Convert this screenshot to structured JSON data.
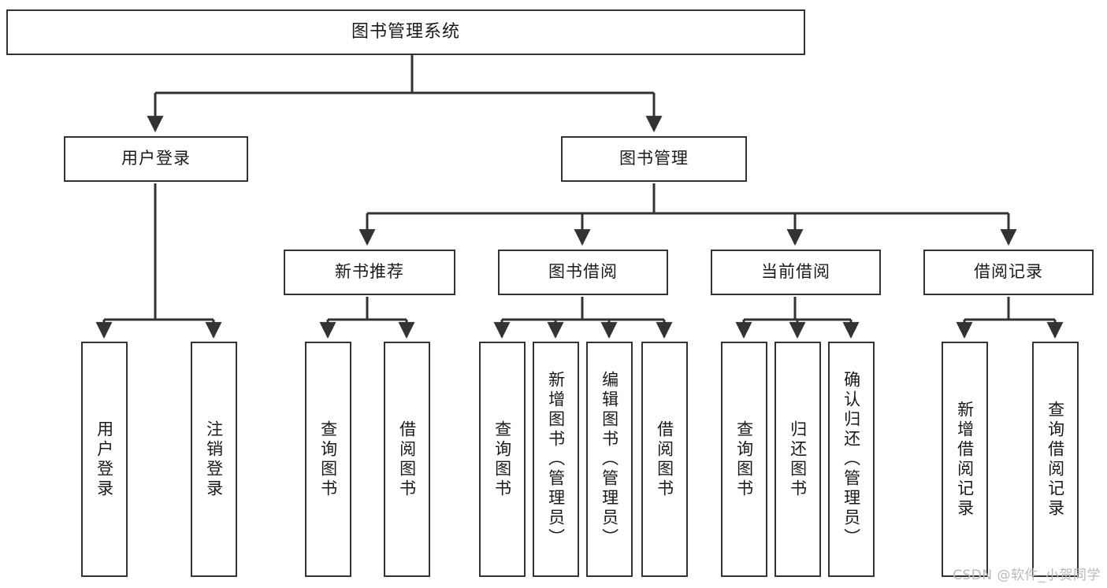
{
  "diagram": {
    "type": "function-hierarchy-tree",
    "title": "图书管理系统",
    "watermark": "CSDN @软件_小贺同学",
    "colors": {
      "stroke": "#333333",
      "box_fill": "#ffffff",
      "text": "#1a1a1a",
      "watermark": "#b9b9b9",
      "background": "#ffffff"
    },
    "levels": {
      "root": {
        "label": "图书管理系统"
      },
      "level2": [
        {
          "id": "user-login",
          "label": "用户登录"
        },
        {
          "id": "book-management",
          "label": "图书管理"
        }
      ],
      "level3": [
        {
          "id": "new-book-recommend",
          "label": "新书推荐",
          "parent": "book-management"
        },
        {
          "id": "book-borrow",
          "label": "图书借阅",
          "parent": "book-management"
        },
        {
          "id": "current-borrow",
          "label": "当前借阅",
          "parent": "book-management"
        },
        {
          "id": "borrow-record",
          "label": "借阅记录",
          "parent": "book-management"
        }
      ],
      "leaves": [
        {
          "id": "leaf-user-login",
          "label": "用户登录",
          "parent": "user-login"
        },
        {
          "id": "leaf-logout-login",
          "label": "注销登录",
          "parent": "user-login"
        },
        {
          "id": "leaf-query-book-1",
          "label": "查询图书",
          "parent": "new-book-recommend"
        },
        {
          "id": "leaf-borrow-book-1",
          "label": "借阅图书",
          "parent": "new-book-recommend"
        },
        {
          "id": "leaf-query-book-2",
          "label": "查询图书",
          "parent": "book-borrow"
        },
        {
          "id": "leaf-add-book",
          "label": "新增图书（管理员）",
          "parent": "book-borrow"
        },
        {
          "id": "leaf-edit-book",
          "label": "编辑图书（管理员）",
          "parent": "book-borrow"
        },
        {
          "id": "leaf-borrow-book-2",
          "label": "借阅图书",
          "parent": "book-borrow"
        },
        {
          "id": "leaf-query-book-3",
          "label": "查询图书",
          "parent": "current-borrow"
        },
        {
          "id": "leaf-return-book",
          "label": "归还图书",
          "parent": "current-borrow"
        },
        {
          "id": "leaf-confirm-return",
          "label": "确认归还（管理员）",
          "parent": "current-borrow"
        },
        {
          "id": "leaf-add-record",
          "label": "新增借阅记录",
          "parent": "borrow-record"
        },
        {
          "id": "leaf-query-record",
          "label": "查询借阅记录",
          "parent": "borrow-record"
        }
      ]
    }
  }
}
